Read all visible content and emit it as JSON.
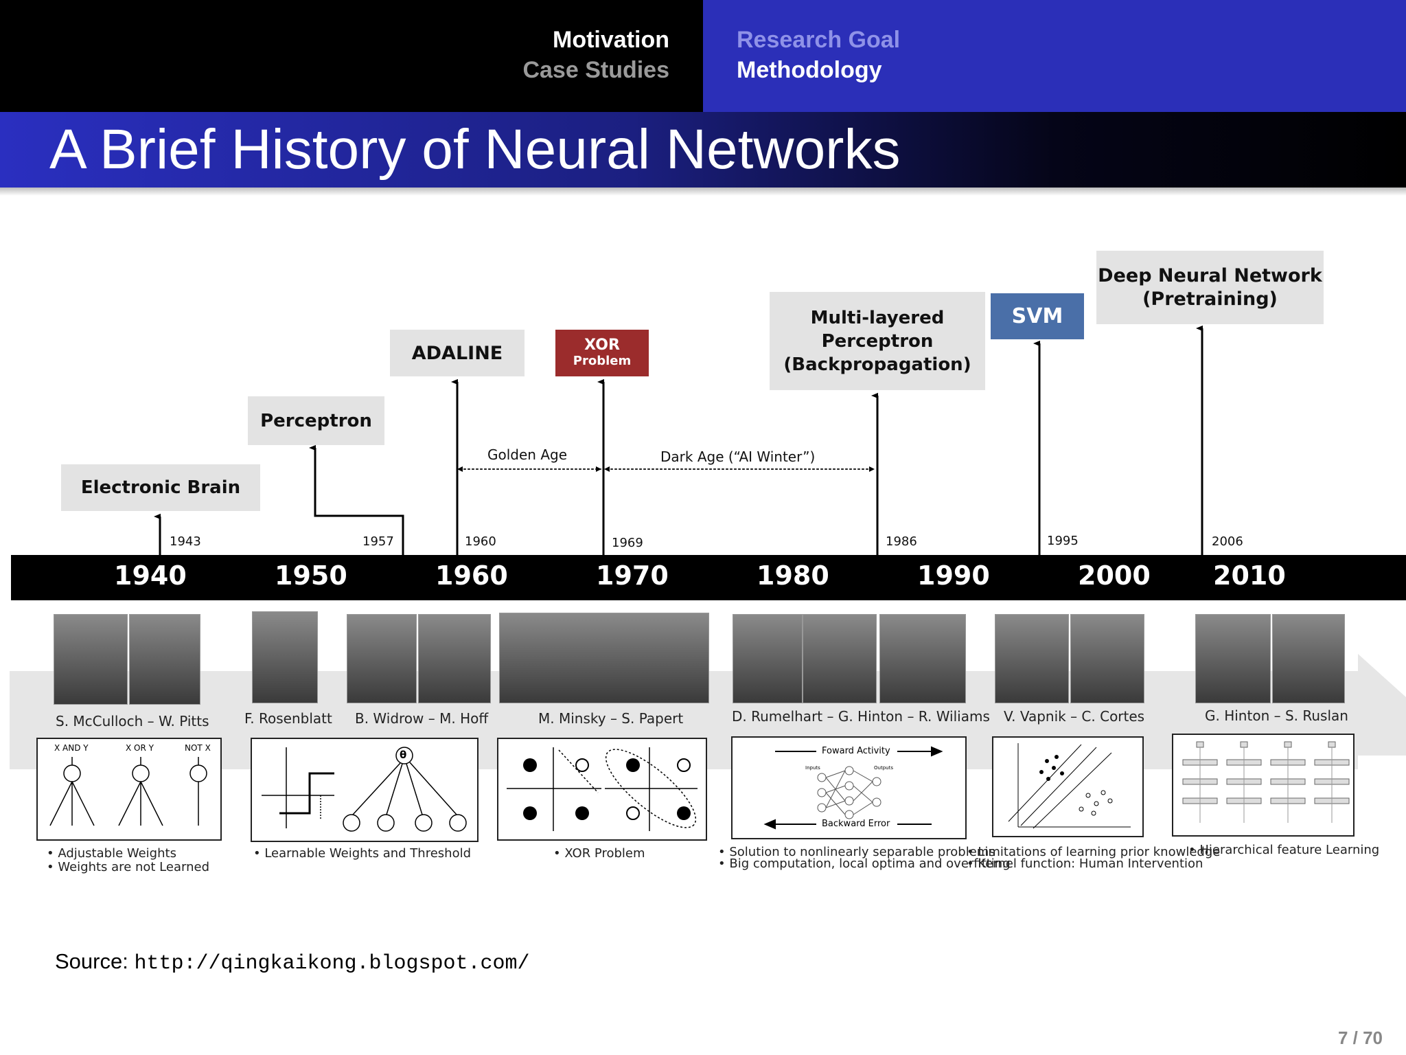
{
  "nav": {
    "motivation": "Motivation",
    "case_studies": "Case Studies",
    "research_goal": "Research Goal",
    "methodology": "Methodology"
  },
  "title": "A Brief History of Neural Networks",
  "milestones": {
    "electronic_brain": "Electronic Brain",
    "perceptron": "Perceptron",
    "adaline": "ADALINE",
    "xor_line1": "XOR",
    "xor_line2": "Problem",
    "mlp_line1": "Multi-layered",
    "mlp_line2": "Perceptron",
    "mlp_line3": "(Backpropagation)",
    "svm": "SVM",
    "dnn_line1": "Deep Neural Network",
    "dnn_line2": "(Pretraining)"
  },
  "eras": {
    "golden": "Golden Age",
    "dark": "Dark Age (“AI Winter”)"
  },
  "years": [
    "1943",
    "1957",
    "1960",
    "1969",
    "1986",
    "1995",
    "2006"
  ],
  "decades": [
    "1940",
    "1950",
    "1960",
    "1970",
    "1980",
    "1990",
    "2000",
    "2010"
  ],
  "people": [
    "S. McCulloch – W. Pitts",
    "F. Rosenblatt",
    "B. Widrow – M. Hoff",
    "M. Minsky – S. Papert",
    "D. Rumelhart – G. Hinton – R. Wiliams",
    "V. Vapnik – C. Cortes",
    "G. Hinton – S. Ruslan"
  ],
  "figure_labels": {
    "and": "X AND Y",
    "or": "X OR Y",
    "not": "NOT X",
    "forward": "Foward Activity",
    "backward": "Backward Error",
    "inputs": "Inputs",
    "outputs": "Outputs",
    "theta": "θ"
  },
  "notes": {
    "mcculloch": [
      "Adjustable Weights",
      "Weights are not Learned"
    ],
    "rosenblatt": [
      "Learnable Weights  and Threshold"
    ],
    "minsky": [
      "XOR Problem"
    ],
    "rumelhart": [
      "Solution to nonlinearly separable problems",
      "Big computation, local optima and overfitting"
    ],
    "vapnik": [
      "Limitations of learning prior knowledge",
      "Kernel function: Human Intervention"
    ],
    "hinton": [
      "Hierarchical feature Learning"
    ]
  },
  "source": {
    "label": "Source:",
    "url": "http://qingkaikong.blogspot.com/"
  },
  "page_number": "7 / 70",
  "colors": {
    "header_black": "#000000",
    "header_blue": "#2b2fb8",
    "xor_box": "#9b2c2c",
    "svm_box": "#4a6fa8",
    "milestone_gray": "#e3e3e3"
  }
}
